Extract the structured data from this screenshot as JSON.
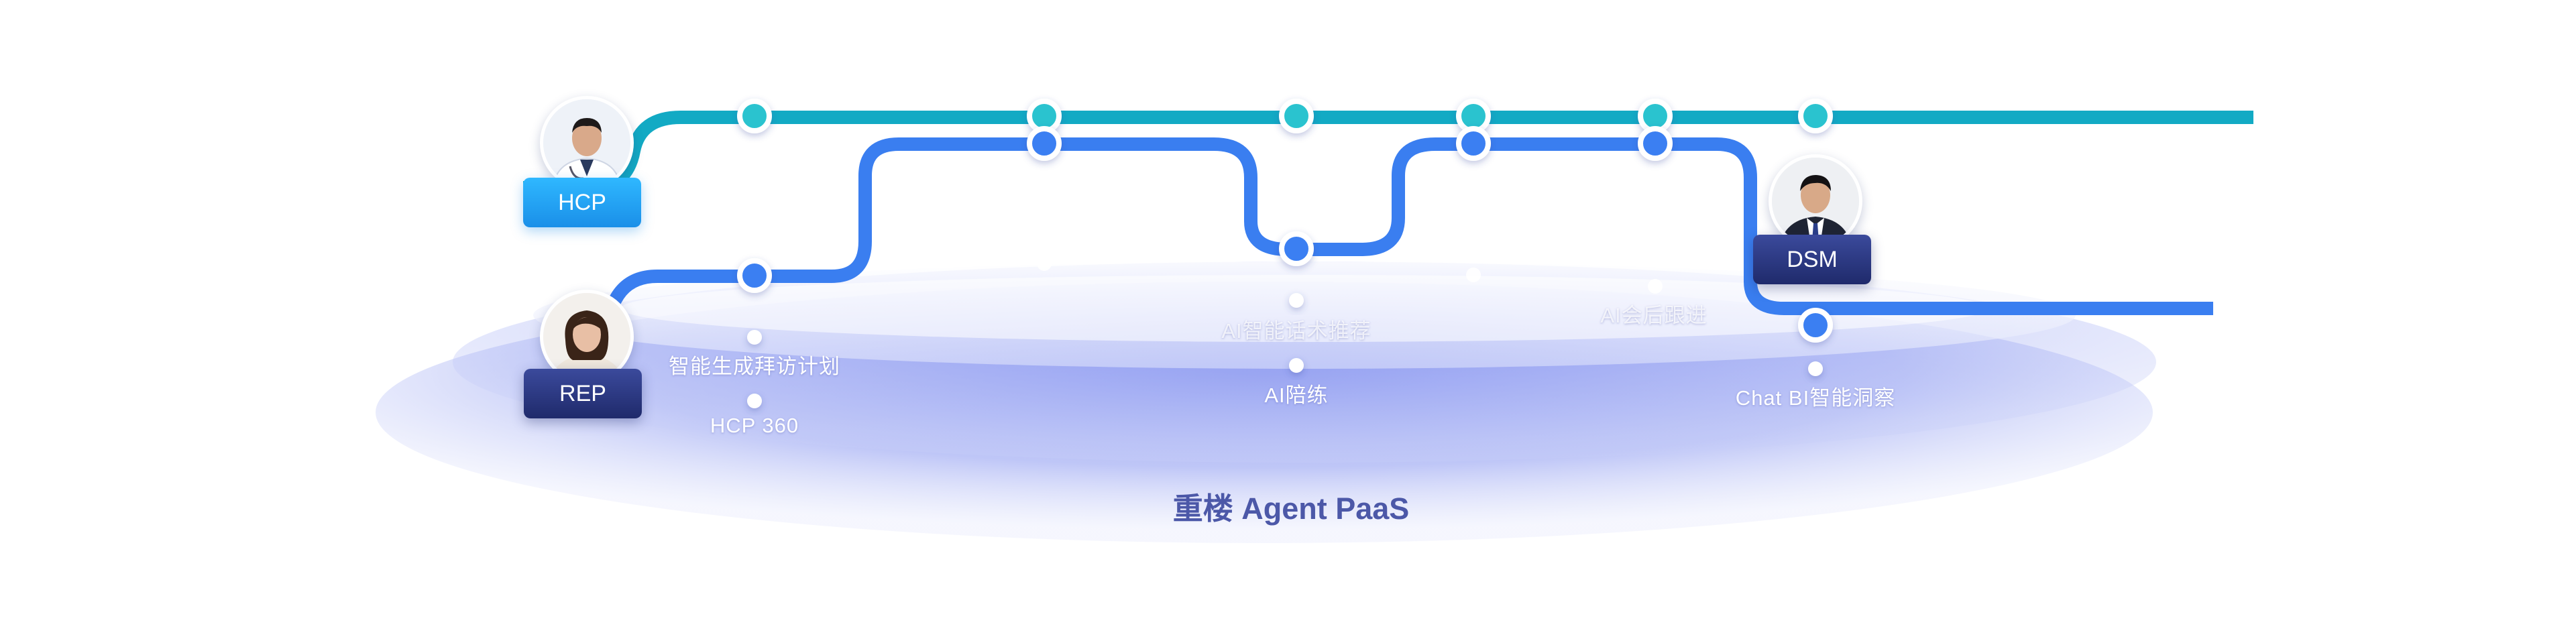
{
  "diagram": {
    "base_title": "重楼 Agent PaaS",
    "colors": {
      "hcp_line": "#12aac4",
      "rep_line": "#3a7ef0",
      "platform": "#8c98ee",
      "node_teal": "#2bc3cf",
      "node_blue": "#3b7ff2"
    },
    "roles": {
      "hcp": {
        "label": "HCP",
        "icon": "doctor-avatar"
      },
      "rep": {
        "label": "REP",
        "icon": "female-rep-avatar"
      },
      "dsm": {
        "label": "DSM",
        "icon": "manager-avatar"
      }
    },
    "features": {
      "visit_plan": "智能生成拜访计划",
      "hcp360": "HCP 360",
      "script_reco": "AI智能话术推荐",
      "practice": "AI陪练",
      "followup": "AI会后跟进",
      "chatbi": "Chat BI智能洞察"
    }
  }
}
